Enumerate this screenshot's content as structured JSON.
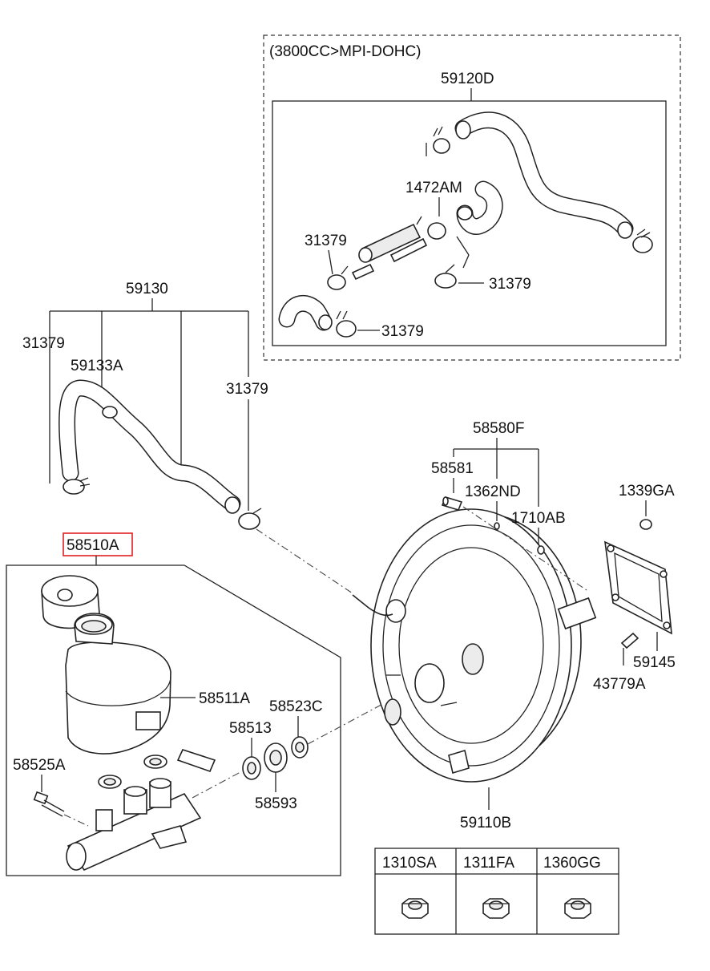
{
  "diagram": {
    "variant_label": "(3800CC>MPI-DOHC)",
    "callouts": {
      "p59120D": "59120D",
      "p1472AM": "1472AM",
      "p31379_a": "31379",
      "p31379_b": "31379",
      "p31379_c": "31379",
      "p59130": "59130",
      "p31379_d": "31379",
      "p59133A": "59133A",
      "p31379_e": "31379",
      "p58580F": "58580F",
      "p58581": "58581",
      "p1362ND": "1362ND",
      "p1710AB": "1710AB",
      "p1339GA": "1339GA",
      "p58510A": "58510A",
      "p58511A": "58511A",
      "p58523C": "58523C",
      "p58513": "58513",
      "p58525A": "58525A",
      "p58593": "58593",
      "p59145": "59145",
      "p43779A": "43779A",
      "p59110B": "59110B"
    },
    "highlighted_part": "58510A",
    "highlight_color": "#e02020",
    "nut_table": {
      "headers": [
        "1310SA",
        "1311FA",
        "1360GG"
      ],
      "icon": "hex-nut-icon"
    }
  }
}
